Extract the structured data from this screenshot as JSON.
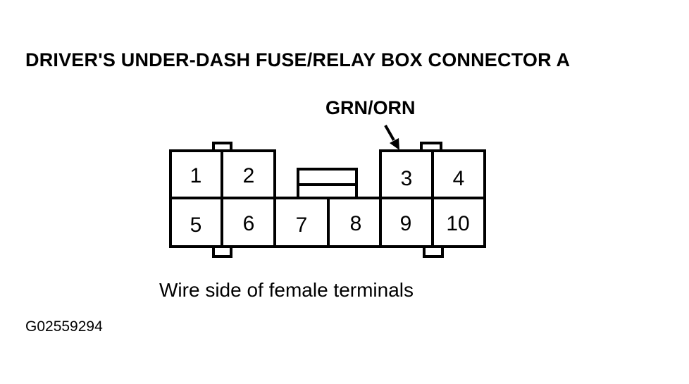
{
  "title": "DRIVER'S UNDER-DASH FUSE/RELAY BOX CONNECTOR A",
  "wire_label": "GRN/ORN",
  "caption": "Wire side of female terminals",
  "figure_id": "G02559294",
  "terminals": {
    "t1": "1",
    "t2": "2",
    "t3": "3",
    "t4": "4",
    "t5": "5",
    "t6": "6",
    "t7": "7",
    "t8": "8",
    "t9": "9",
    "t10": "10"
  },
  "colors": {
    "ink": "#000000",
    "background": "#ffffff"
  }
}
